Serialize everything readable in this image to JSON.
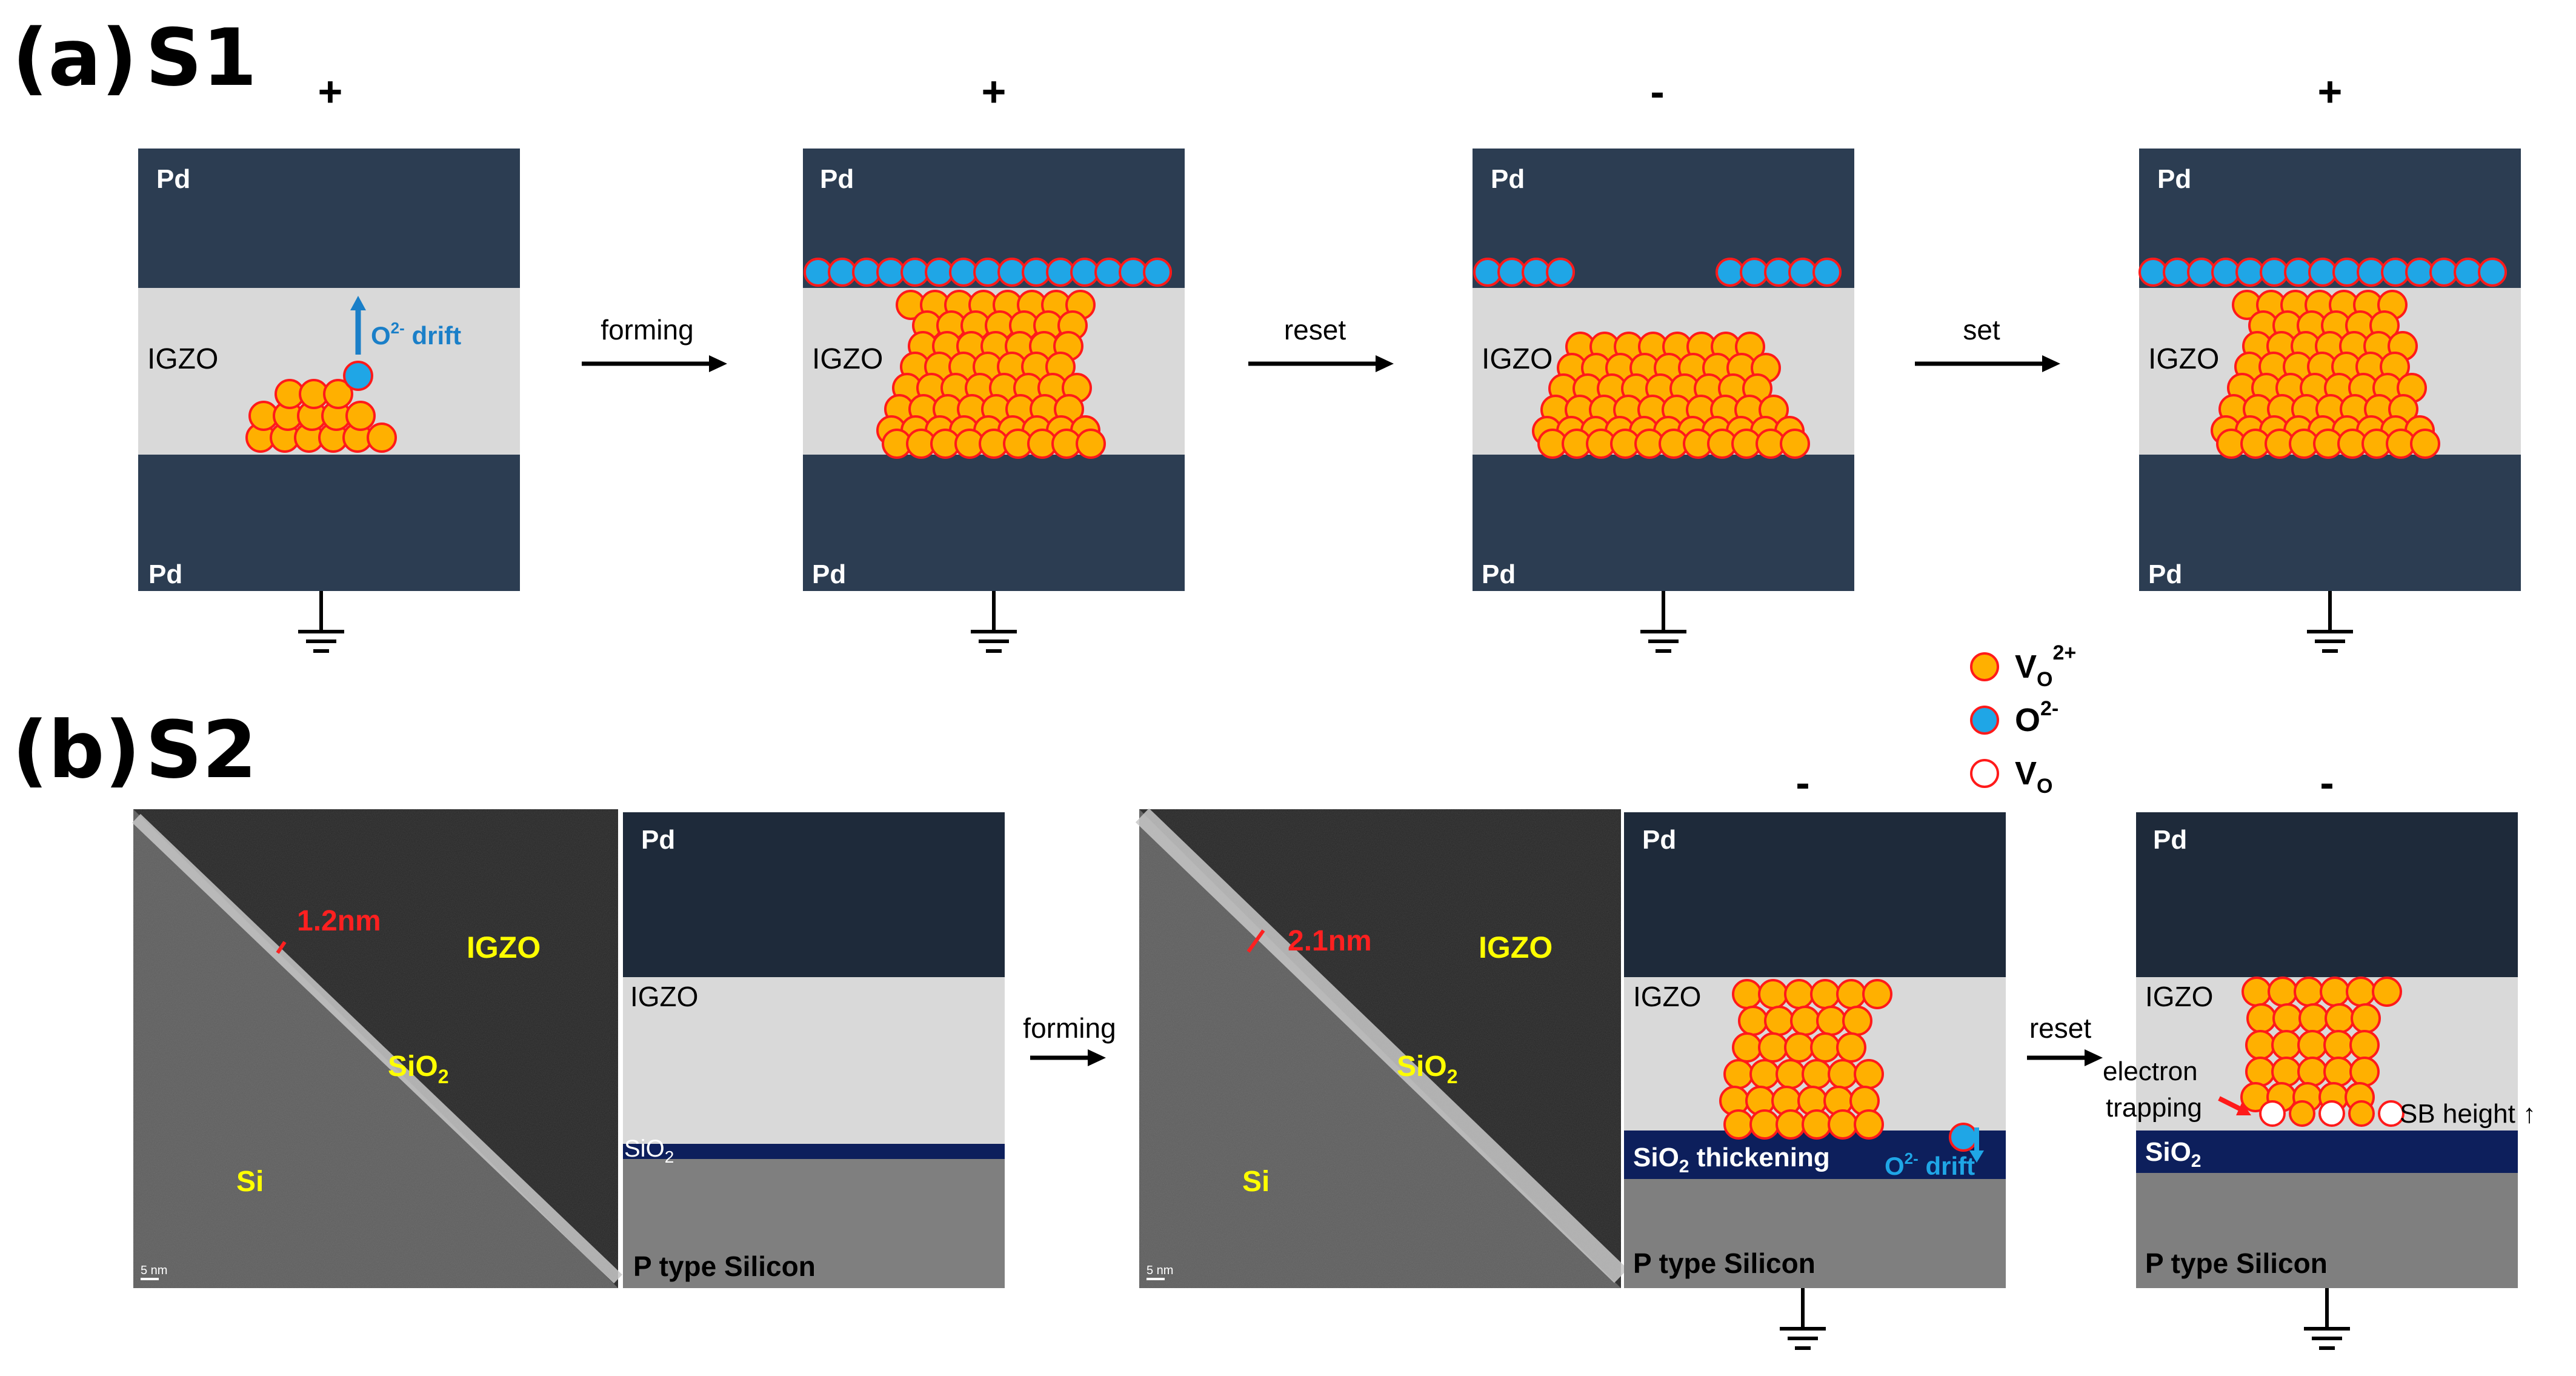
{
  "panel_a": {
    "label": "(a)",
    "sample": "S1",
    "cells": [
      {
        "polarity": "+",
        "top": "Pd",
        "middle": "IGZO",
        "bottom": "Pd",
        "annotation": "drift"
      },
      {
        "polarity": "+",
        "top": "Pd",
        "middle": "IGZO",
        "bottom": "Pd"
      },
      {
        "polarity": "-",
        "top": "Pd",
        "middle": "IGZO",
        "bottom": "Pd"
      },
      {
        "polarity": "+",
        "top": "Pd",
        "middle": "IGZO",
        "bottom": "Pd"
      }
    ],
    "arrows": [
      "forming",
      "reset",
      "set"
    ],
    "o2_symbol": {
      "base": "O",
      "sup": "2-"
    }
  },
  "panel_b": {
    "label": "(b)",
    "sample": "S2",
    "tem": [
      {
        "thickness": "1.2nm",
        "igzo": "IGZO",
        "si": "Si",
        "sio2_base": "SiO",
        "sio2_sub": "2",
        "scalebar": "5 nm"
      },
      {
        "thickness": "2.1nm",
        "igzo": "IGZO",
        "si": "Si",
        "sio2_base": "SiO",
        "sio2_sub": "2",
        "scalebar": "5 nm"
      }
    ],
    "stacks": [
      {
        "polarity": "",
        "top": "Pd",
        "middle": "IGZO",
        "oxide_base": "SiO",
        "oxide_sub": "2",
        "oxide_suffix": "",
        "substrate": "P type Silicon"
      },
      {
        "polarity": "-",
        "top": "Pd",
        "middle": "IGZO",
        "oxide_base": "SiO",
        "oxide_sub": "2",
        "oxide_suffix": " thickening",
        "substrate": "P type Silicon",
        "drift": "drift"
      },
      {
        "polarity": "-",
        "top": "Pd",
        "middle": "IGZO",
        "oxide_base": "SiO",
        "oxide_sub": "2",
        "oxide_suffix": "",
        "substrate": "P type Silicon",
        "trap_line1": "electron",
        "trap_line2": "trapping",
        "sb": "SB height ↑"
      }
    ],
    "arrows": [
      "forming",
      "reset"
    ]
  },
  "legend": [
    {
      "symbol": "vo2plus",
      "base": "V",
      "sub": "O",
      "sup": "2+"
    },
    {
      "symbol": "o2minus",
      "base": "O",
      "sub": "",
      "sup": "2-"
    },
    {
      "symbol": "vo",
      "base": "V",
      "sub": "O",
      "sup": ""
    }
  ],
  "colors": {
    "electrode": "#2c3d52",
    "electrode_b": "#1e2a3a",
    "igzo": "#d9d9d9",
    "sio2": "#0d1f5c",
    "silicon": "#7f7f7f",
    "vacancy_fill": "#ffb000",
    "vacancy_edge": "#ff1a1a",
    "oxygen_fill": "#1fa6e6",
    "drift_text": "#1a7fc8",
    "tem_label": "#ffff00",
    "tem_thickness": "#ff2020"
  }
}
